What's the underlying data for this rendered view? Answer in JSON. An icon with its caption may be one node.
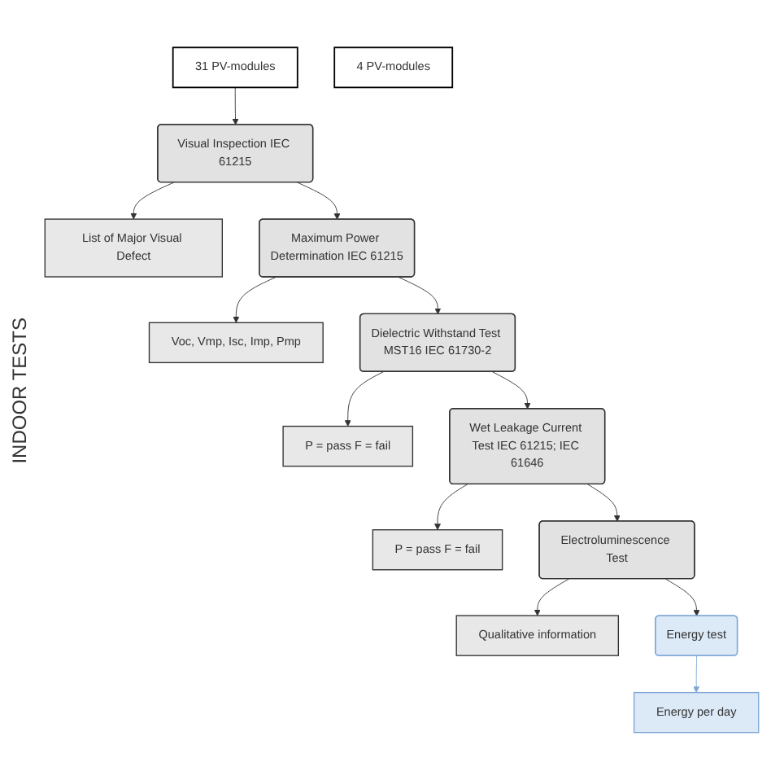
{
  "diagram": {
    "nodes": [
      {
        "text": [
          "31 PV-modules"
        ]
      },
      {
        "text": [
          "Visual Inspection IEC 61215"
        ]
      },
      {
        "text": [
          "List of Major Visual Defect"
        ]
      },
      {
        "text": [
          "Maximum Power Determination IEC 61215"
        ]
      },
      {
        "text": [
          "Voc, Vmp, Isc, Imp, Pmp"
        ]
      },
      {
        "text": [
          "Dielectric Withstand Test MST16 IEC 61730-2"
        ]
      },
      {
        "text": [
          "P = pass F = fail"
        ]
      },
      {
        "text": [
          "Wet Leakage Current Test IEC 61215; IEC 61646"
        ]
      },
      {
        "text": [
          "P = pass F = fail"
        ]
      },
      {
        "text": [
          "Electroluminescence Test"
        ]
      },
      {
        "text": [
          "Qualitative information"
        ]
      },
      {
        "text": [
          "4 PV-modules"
        ]
      },
      {
        "text": [
          "Energy test"
        ]
      },
      {
        "text": [
          "Energy per day"
        ]
      }
    ],
    "edges": [
      {
        "from": 0,
        "to": 1,
        "arrow": "to"
      },
      {
        "from": 1,
        "to": 2,
        "arrow": "to"
      },
      {
        "from": 1,
        "to": 3,
        "arrow": "to"
      },
      {
        "from": 3,
        "to": 4,
        "arrow": "to"
      },
      {
        "from": 3,
        "to": 5,
        "arrow": "to"
      },
      {
        "from": 5,
        "to": 6,
        "arrow": "to"
      },
      {
        "from": 5,
        "to": 7,
        "arrow": "to"
      },
      {
        "from": 7,
        "to": 8,
        "arrow": "to"
      },
      {
        "from": 7,
        "to": 9,
        "arrow": "to"
      },
      {
        "from": 9,
        "to": 10,
        "arrow": "to"
      },
      {
        "from": 9,
        "to": 12,
        "arrow": "to"
      },
      {
        "from": 12,
        "to": 13,
        "arrow": "to",
        "color": "#7fa7d6"
      }
    ],
    "labels": [
      "INDOOR TESTS"
    ]
  }
}
